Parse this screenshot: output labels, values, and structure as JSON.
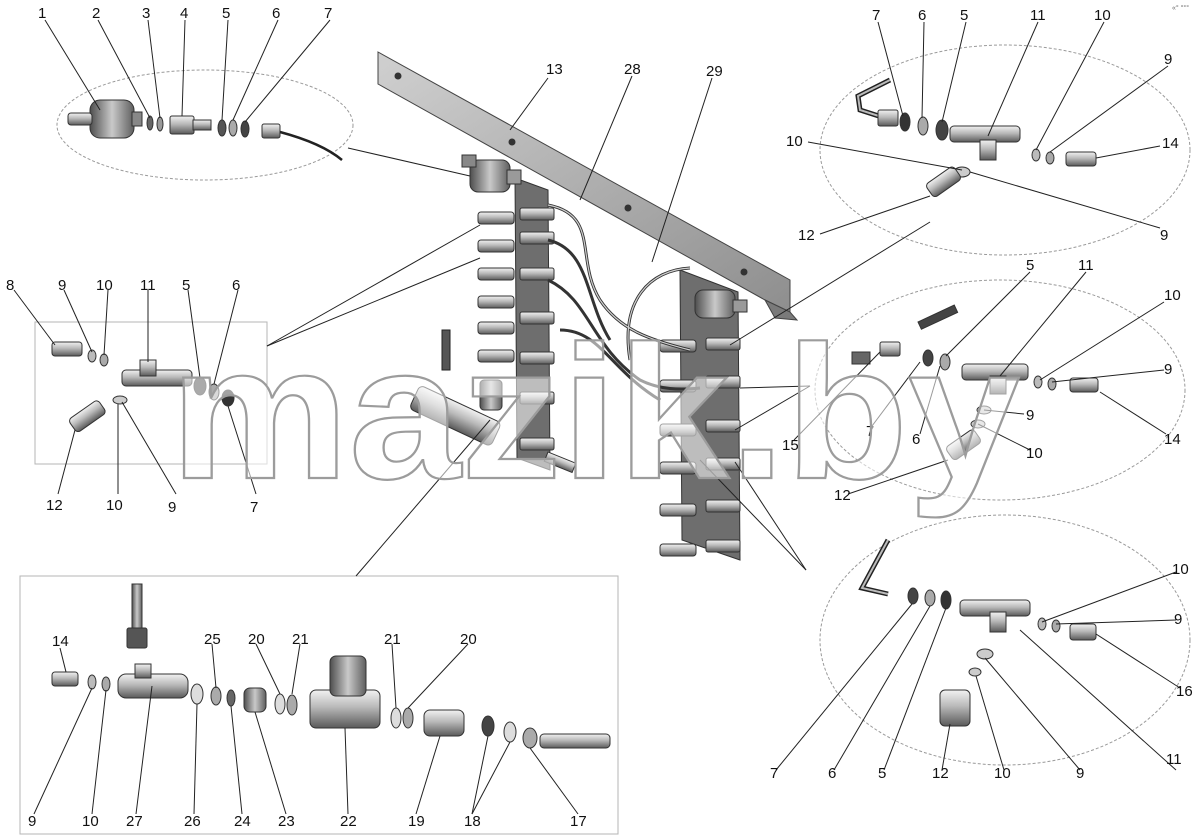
{
  "watermark": "mazik.by",
  "corner_mark": "«° °°°",
  "palette": {
    "metal_dark": "#5c5c5c",
    "metal_mid": "#9a9a9a",
    "metal_light": "#d9d9d9",
    "bracket": "#b4b4b4",
    "line": "#222222"
  },
  "callouts": {
    "top_left": [
      "1",
      "2",
      "3",
      "4",
      "5",
      "6",
      "7"
    ],
    "center": [
      "13",
      "28",
      "29"
    ],
    "top_right": [
      "7",
      "6",
      "5",
      "11",
      "10",
      "9",
      "10",
      "14",
      "12",
      "9"
    ],
    "left": [
      "8",
      "9",
      "10",
      "11",
      "5",
      "6",
      "12",
      "10",
      "9",
      "7"
    ],
    "mid_right": [
      "5",
      "11",
      "10",
      "9",
      "15",
      "7",
      "6",
      "9",
      "10",
      "14",
      "12"
    ],
    "bottom_right": [
      "10",
      "9",
      "16",
      "7",
      "6",
      "5",
      "12",
      "10",
      "9",
      "11"
    ],
    "bottom_left_top": [
      "14",
      "25",
      "20",
      "21",
      "21",
      "20"
    ],
    "bottom_left_bottom": [
      "9",
      "10",
      "27",
      "26",
      "24",
      "23",
      "22",
      "19",
      "18",
      "17"
    ]
  }
}
